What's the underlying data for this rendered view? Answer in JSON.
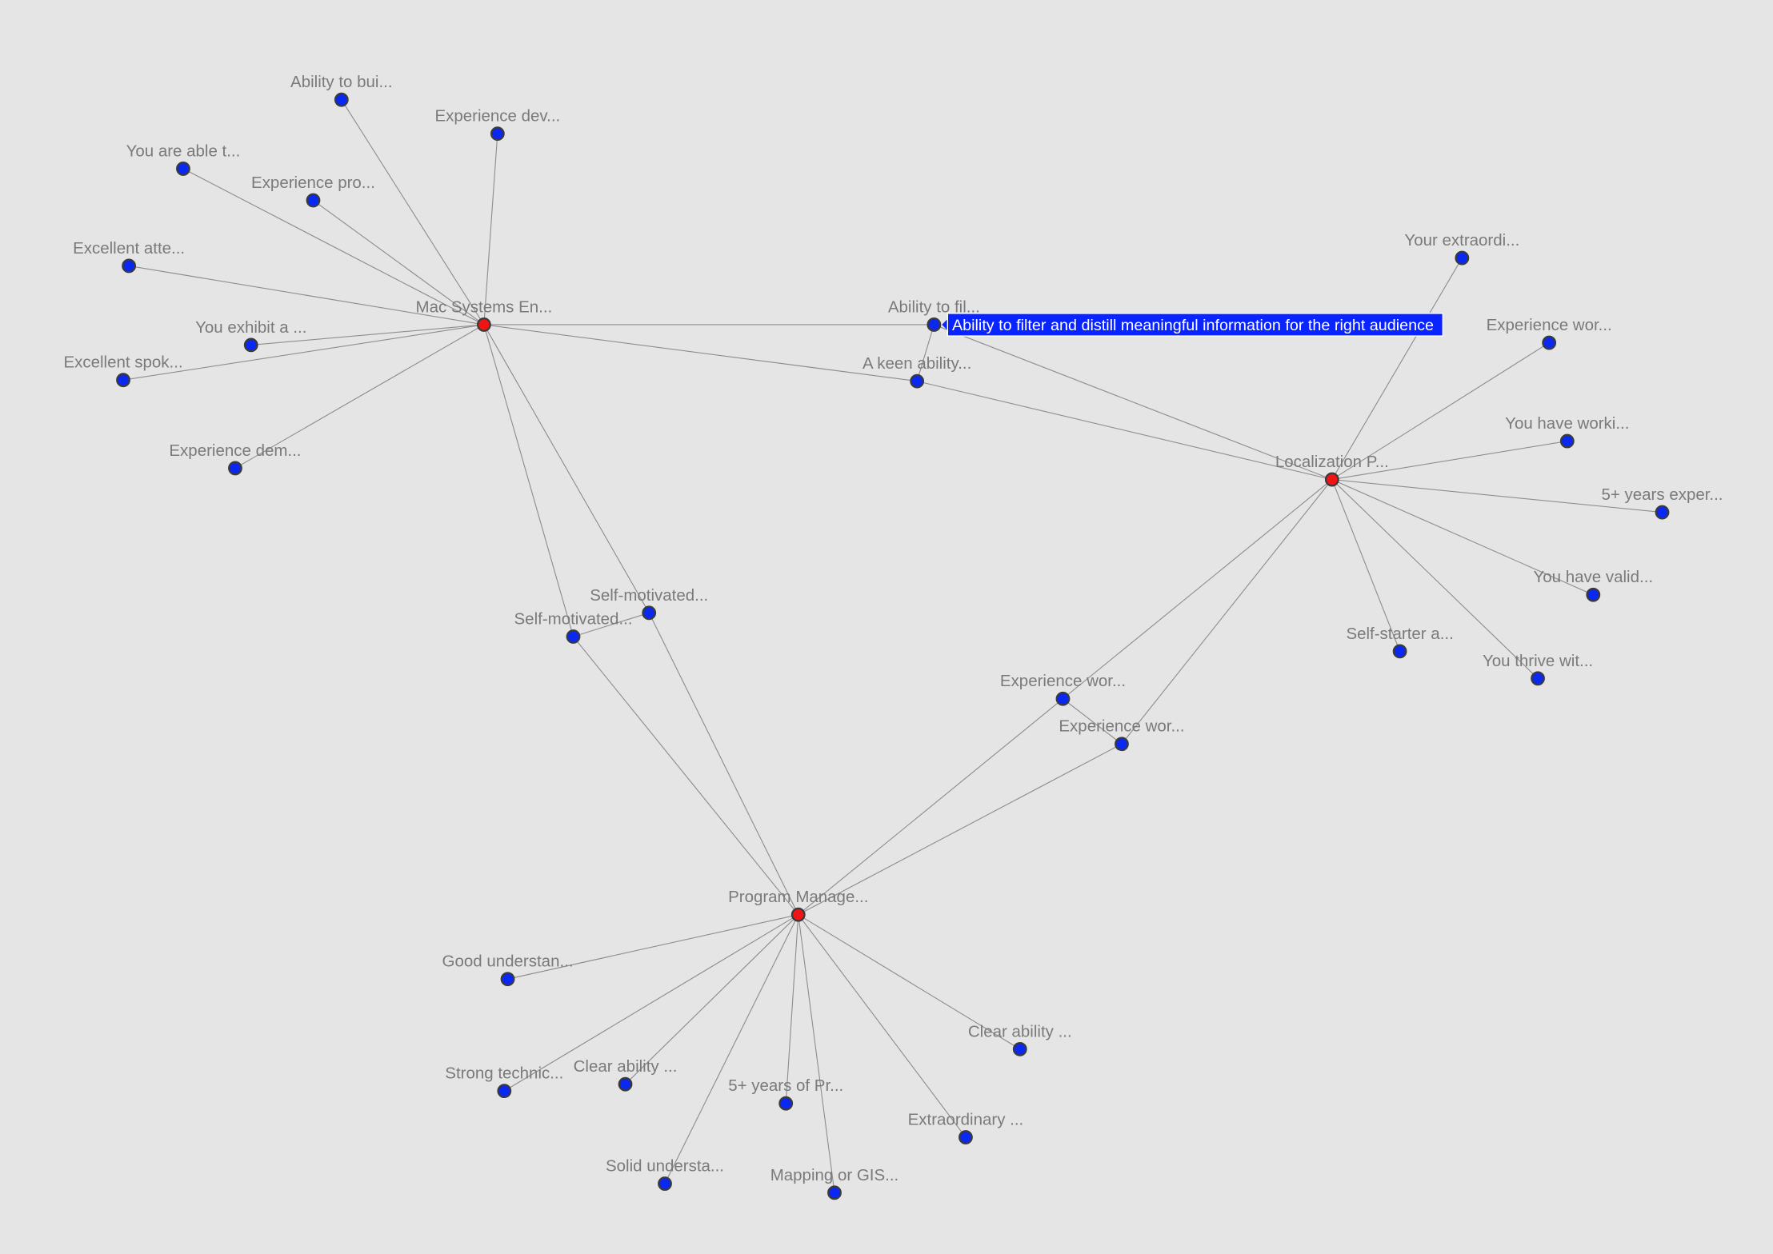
{
  "colors": {
    "background": "#e5e5e5",
    "hub": "#f01414",
    "leaf": "#0a28f0",
    "edge": "#8e8e8e",
    "tooltip": "#0a24ff"
  },
  "nodes": [
    {
      "id": "mac",
      "label": "Mac Systems En...",
      "type": "hub"
    },
    {
      "id": "loc",
      "label": "Localization P...",
      "type": "hub"
    },
    {
      "id": "pm",
      "label": "Program Manage...",
      "type": "hub"
    },
    {
      "id": "m1",
      "label": "Ability to bui...",
      "type": "leaf"
    },
    {
      "id": "m2",
      "label": "Experience dev...",
      "type": "leaf"
    },
    {
      "id": "m3",
      "label": "You are able t...",
      "type": "leaf"
    },
    {
      "id": "m4",
      "label": "Experience pro...",
      "type": "leaf"
    },
    {
      "id": "m5",
      "label": "Excellent atte...",
      "type": "leaf"
    },
    {
      "id": "m6",
      "label": "You exhibit a ...",
      "type": "leaf"
    },
    {
      "id": "m7",
      "label": "Excellent spok...",
      "type": "leaf"
    },
    {
      "id": "m8",
      "label": "Experience dem...",
      "type": "leaf"
    },
    {
      "id": "s1",
      "label": "Ability to fil...",
      "type": "leaf"
    },
    {
      "id": "s2",
      "label": "A keen ability...",
      "type": "leaf"
    },
    {
      "id": "s3",
      "label": "Self-motivated...",
      "type": "leaf"
    },
    {
      "id": "s4",
      "label": "Self-motivated...",
      "type": "leaf"
    },
    {
      "id": "s5",
      "label": "Experience wor...",
      "type": "leaf"
    },
    {
      "id": "s6",
      "label": "Experience wor...",
      "type": "leaf"
    },
    {
      "id": "l1",
      "label": "Your extraordi...",
      "type": "leaf"
    },
    {
      "id": "l2",
      "label": "Experience wor...",
      "type": "leaf"
    },
    {
      "id": "l3",
      "label": "You have worki...",
      "type": "leaf"
    },
    {
      "id": "l4",
      "label": "5+ years exper...",
      "type": "leaf"
    },
    {
      "id": "l5",
      "label": "You have valid...",
      "type": "leaf"
    },
    {
      "id": "l6",
      "label": "You thrive wit...",
      "type": "leaf"
    },
    {
      "id": "l7",
      "label": "Self-starter a...",
      "type": "leaf"
    },
    {
      "id": "p1",
      "label": "Good understan...",
      "type": "leaf"
    },
    {
      "id": "p2",
      "label": "Strong technic...",
      "type": "leaf"
    },
    {
      "id": "p3",
      "label": "Clear ability ...",
      "type": "leaf"
    },
    {
      "id": "p4",
      "label": "5+ years of Pr...",
      "type": "leaf"
    },
    {
      "id": "p5",
      "label": "Solid understa...",
      "type": "leaf"
    },
    {
      "id": "p6",
      "label": "Mapping or GIS...",
      "type": "leaf"
    },
    {
      "id": "p7",
      "label": "Extraordinary ...",
      "type": "leaf"
    },
    {
      "id": "p8",
      "label": "Clear ability ...",
      "type": "leaf"
    }
  ],
  "edges": [
    [
      "mac",
      "m1"
    ],
    [
      "mac",
      "m2"
    ],
    [
      "mac",
      "m3"
    ],
    [
      "mac",
      "m4"
    ],
    [
      "mac",
      "m5"
    ],
    [
      "mac",
      "m6"
    ],
    [
      "mac",
      "m7"
    ],
    [
      "mac",
      "m8"
    ],
    [
      "mac",
      "s1"
    ],
    [
      "mac",
      "s2"
    ],
    [
      "mac",
      "s3"
    ],
    [
      "mac",
      "s4"
    ],
    [
      "loc",
      "s1"
    ],
    [
      "loc",
      "s2"
    ],
    [
      "loc",
      "s5"
    ],
    [
      "loc",
      "s6"
    ],
    [
      "pm",
      "s3"
    ],
    [
      "pm",
      "s4"
    ],
    [
      "pm",
      "s5"
    ],
    [
      "pm",
      "s6"
    ],
    [
      "s1",
      "s2"
    ],
    [
      "s3",
      "s4"
    ],
    [
      "s5",
      "s6"
    ],
    [
      "loc",
      "l1"
    ],
    [
      "loc",
      "l2"
    ],
    [
      "loc",
      "l3"
    ],
    [
      "loc",
      "l4"
    ],
    [
      "loc",
      "l5"
    ],
    [
      "loc",
      "l6"
    ],
    [
      "loc",
      "l7"
    ],
    [
      "pm",
      "p1"
    ],
    [
      "pm",
      "p2"
    ],
    [
      "pm",
      "p3"
    ],
    [
      "pm",
      "p4"
    ],
    [
      "pm",
      "p5"
    ],
    [
      "pm",
      "p6"
    ],
    [
      "pm",
      "p7"
    ],
    [
      "pm",
      "p8"
    ]
  ],
  "tooltip": {
    "node": "s1",
    "text": "Ability to filter and distill meaningful information for the right audience"
  }
}
